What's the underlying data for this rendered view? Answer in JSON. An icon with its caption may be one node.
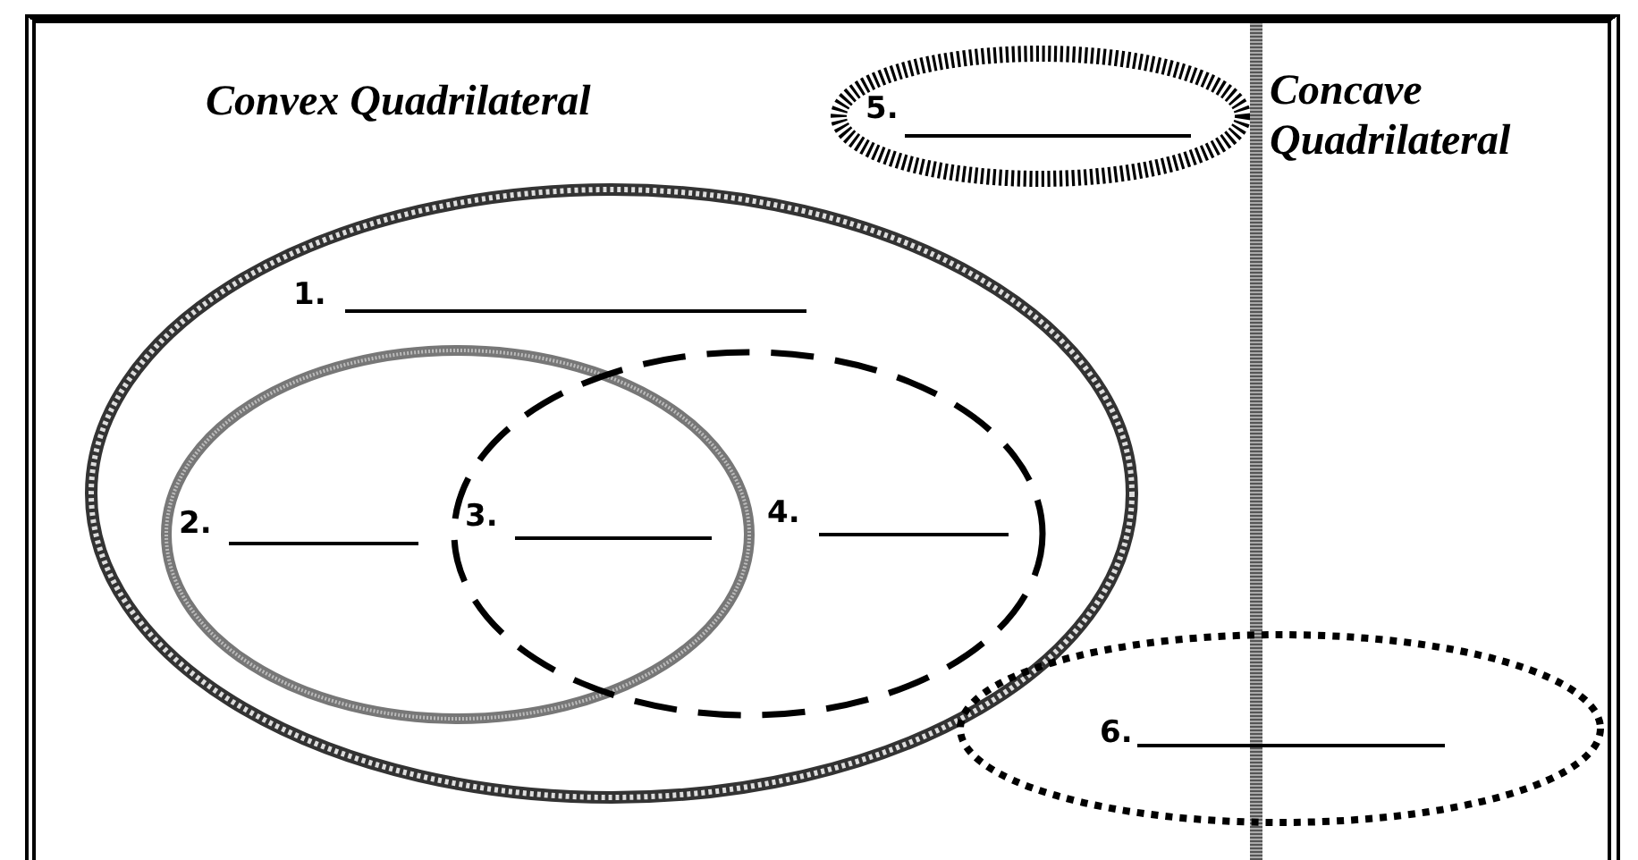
{
  "diagram": {
    "nodes": [
      {
        "text": [
          "Convex Quadrilateral"
        ]
      },
      {
        "text": [
          "Concave Quadrilateral"
        ]
      },
      {
        "text": [
          "5."
        ],
        "in": 0
      },
      {
        "text": [
          "1."
        ],
        "in": 0
      },
      {
        "text": [
          "2."
        ],
        "in": 3
      },
      {
        "text": [
          "4."
        ],
        "in": 3
      },
      {
        "text": [
          "6."
        ]
      }
    ],
    "edges": [],
    "labels": [
      "3."
    ]
  }
}
